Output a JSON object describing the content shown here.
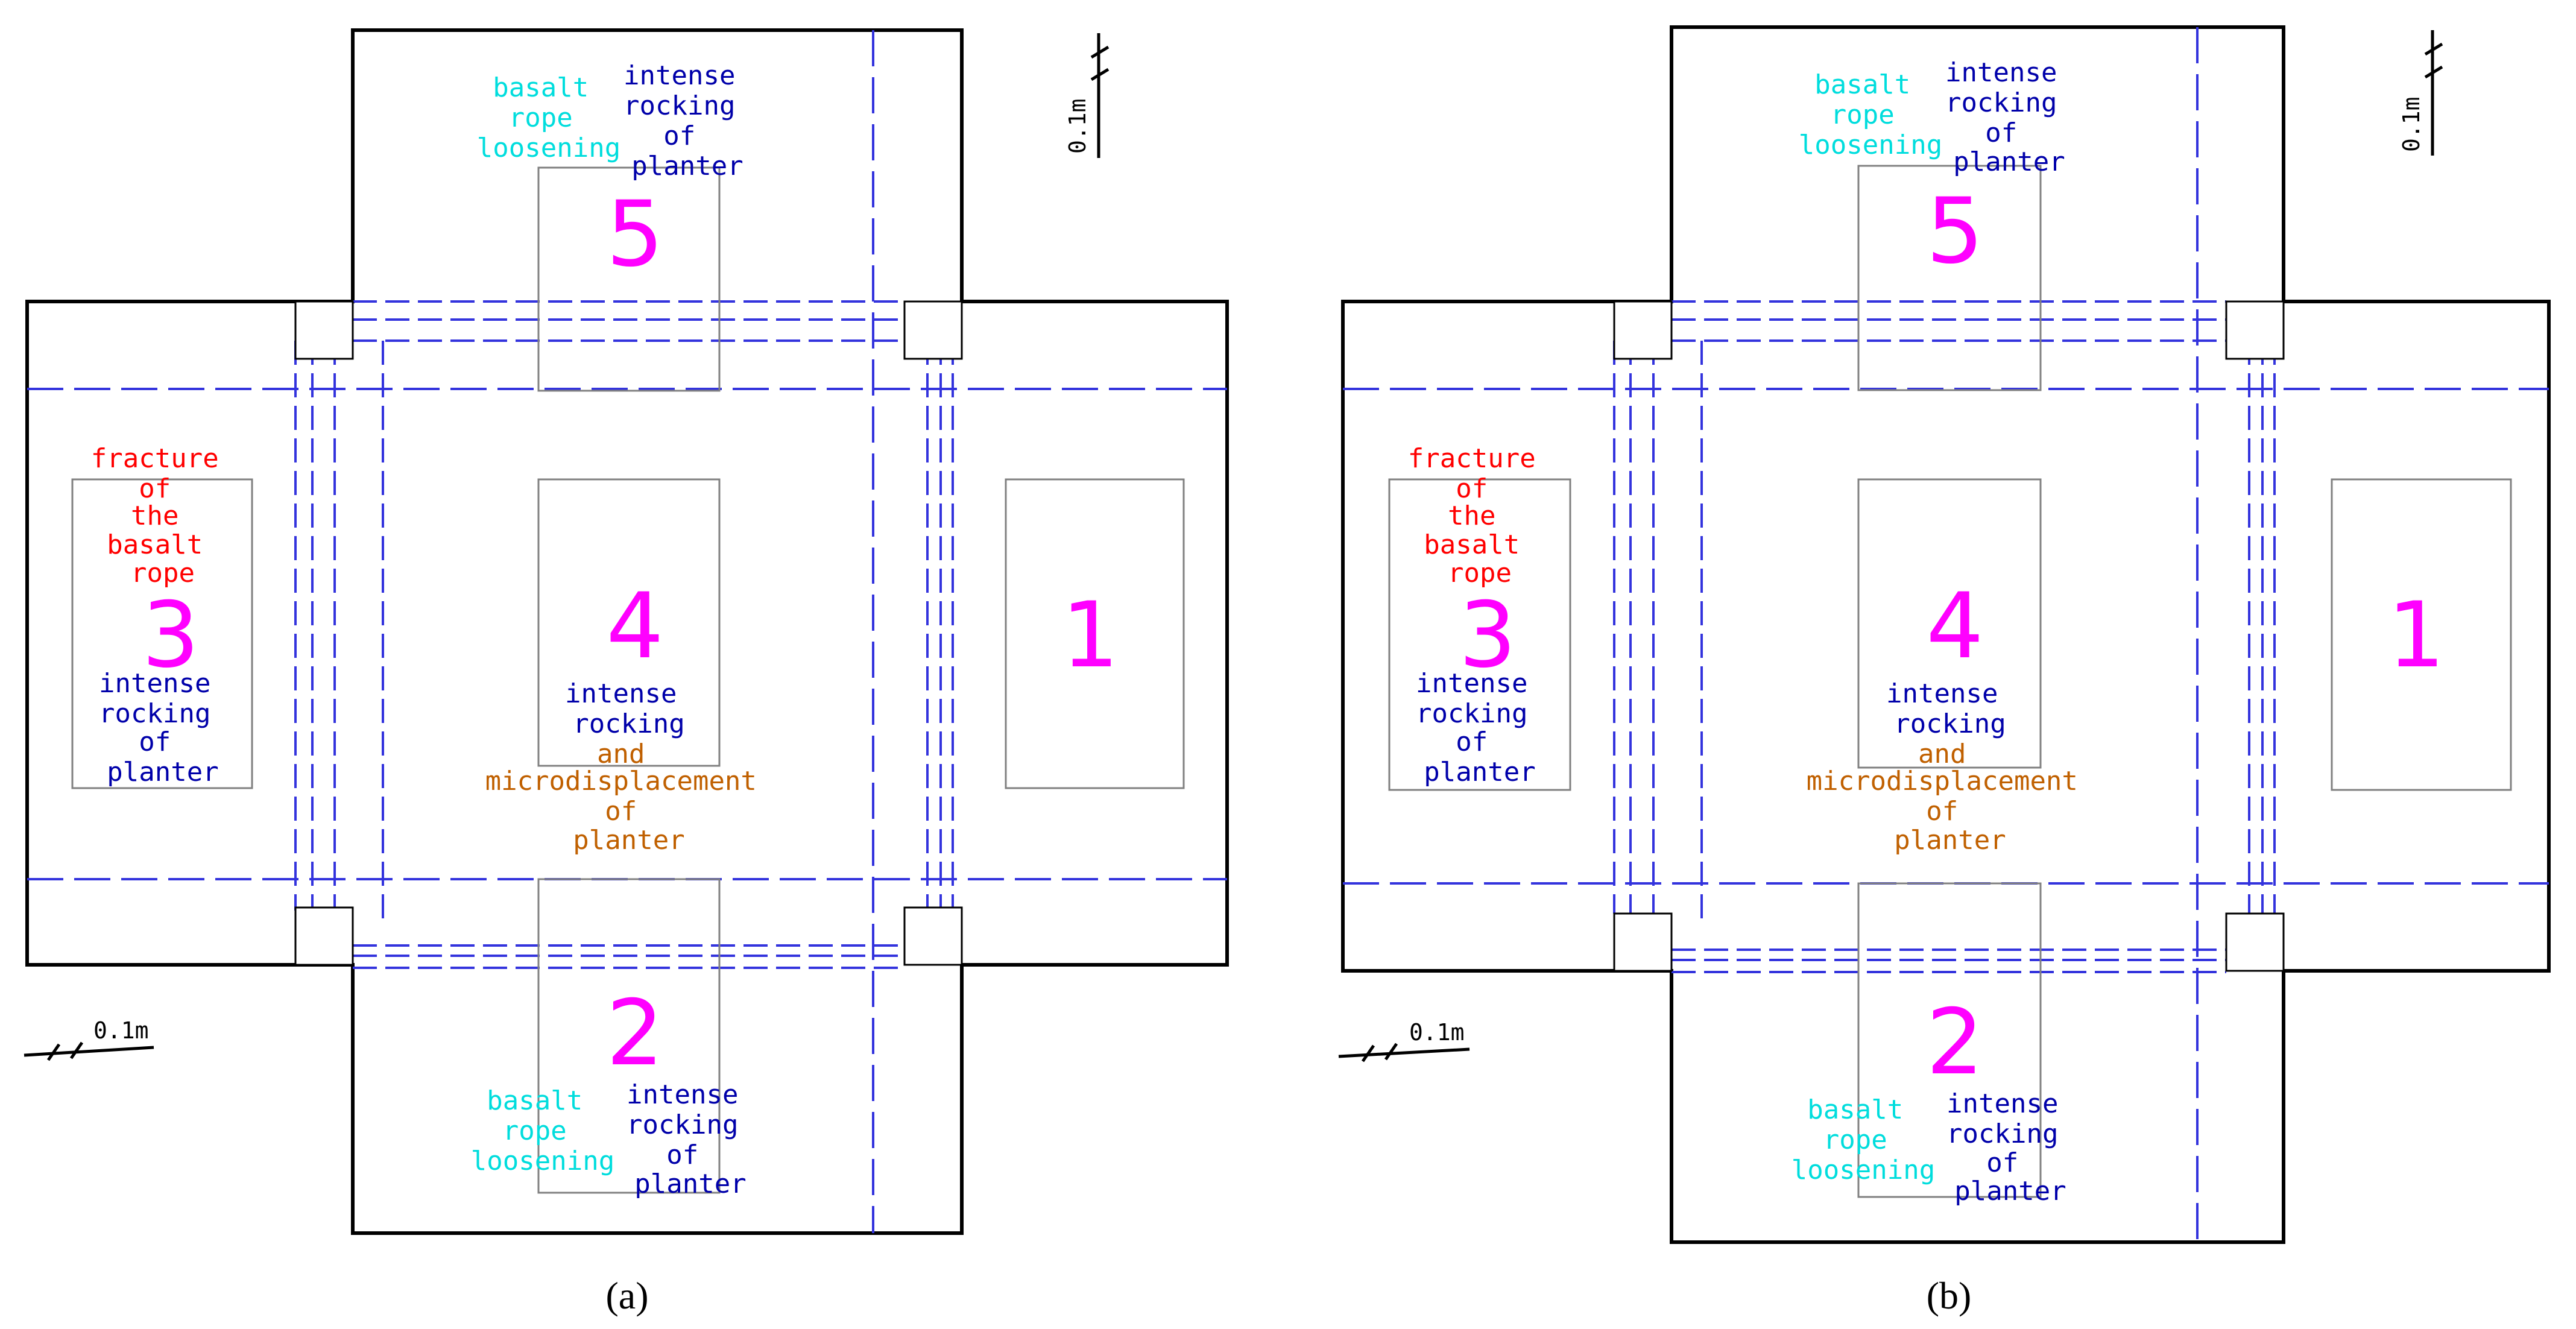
{
  "colors": {
    "zone_number": "#ff00ff",
    "rope_fracture": "#ff0000",
    "rope_loosening": "#00dddd",
    "rocking": "#0000aa",
    "microdisplacement": "#c06000",
    "axis_lines": "#3333dd"
  },
  "panels": [
    {
      "caption": "(a)",
      "scale_label_h": "0.1m",
      "scale_label_v": "0.1m",
      "zones": {
        "z1": "1",
        "z2": "2",
        "z3": "3",
        "z4": "4",
        "z5": "5"
      },
      "labels": {
        "z5_loose": [
          "basalt",
          "rope",
          "loosening"
        ],
        "z5_rock": [
          "intense",
          "rocking",
          "of",
          "planter"
        ],
        "z3_fract": [
          "fracture",
          "of",
          "the",
          "basalt",
          "rope"
        ],
        "z3_rock": [
          "intense",
          "rocking",
          "of",
          "planter"
        ],
        "z4_rock": [
          "intense",
          "rocking"
        ],
        "z4_micro": [
          "and",
          "microdisplacement",
          "of",
          "planter"
        ],
        "z2_loose": [
          "basalt",
          "rope",
          "loosening"
        ],
        "z2_rock": [
          "intense",
          "rocking",
          "of",
          "planter"
        ]
      }
    },
    {
      "caption": "(b)",
      "scale_label_h": "0.1m",
      "scale_label_v": "0.1m",
      "zones": {
        "z1": "1",
        "z2": "2",
        "z3": "3",
        "z4": "4",
        "z5": "5"
      },
      "labels": {
        "z5_loose": [
          "basalt",
          "rope",
          "loosening"
        ],
        "z5_rock": [
          "intense",
          "rocking",
          "of",
          "planter"
        ],
        "z3_fract": [
          "fracture",
          "of",
          "the",
          "basalt",
          "rope"
        ],
        "z3_rock": [
          "intense",
          "rocking",
          "of",
          "planter"
        ],
        "z4_rock": [
          "intense",
          "rocking"
        ],
        "z4_micro": [
          "and",
          "microdisplacement",
          "of",
          "planter"
        ],
        "z2_loose": [
          "basalt",
          "rope",
          "loosening"
        ],
        "z2_rock": [
          "intense",
          "rocking",
          "of",
          "planter"
        ]
      }
    }
  ]
}
